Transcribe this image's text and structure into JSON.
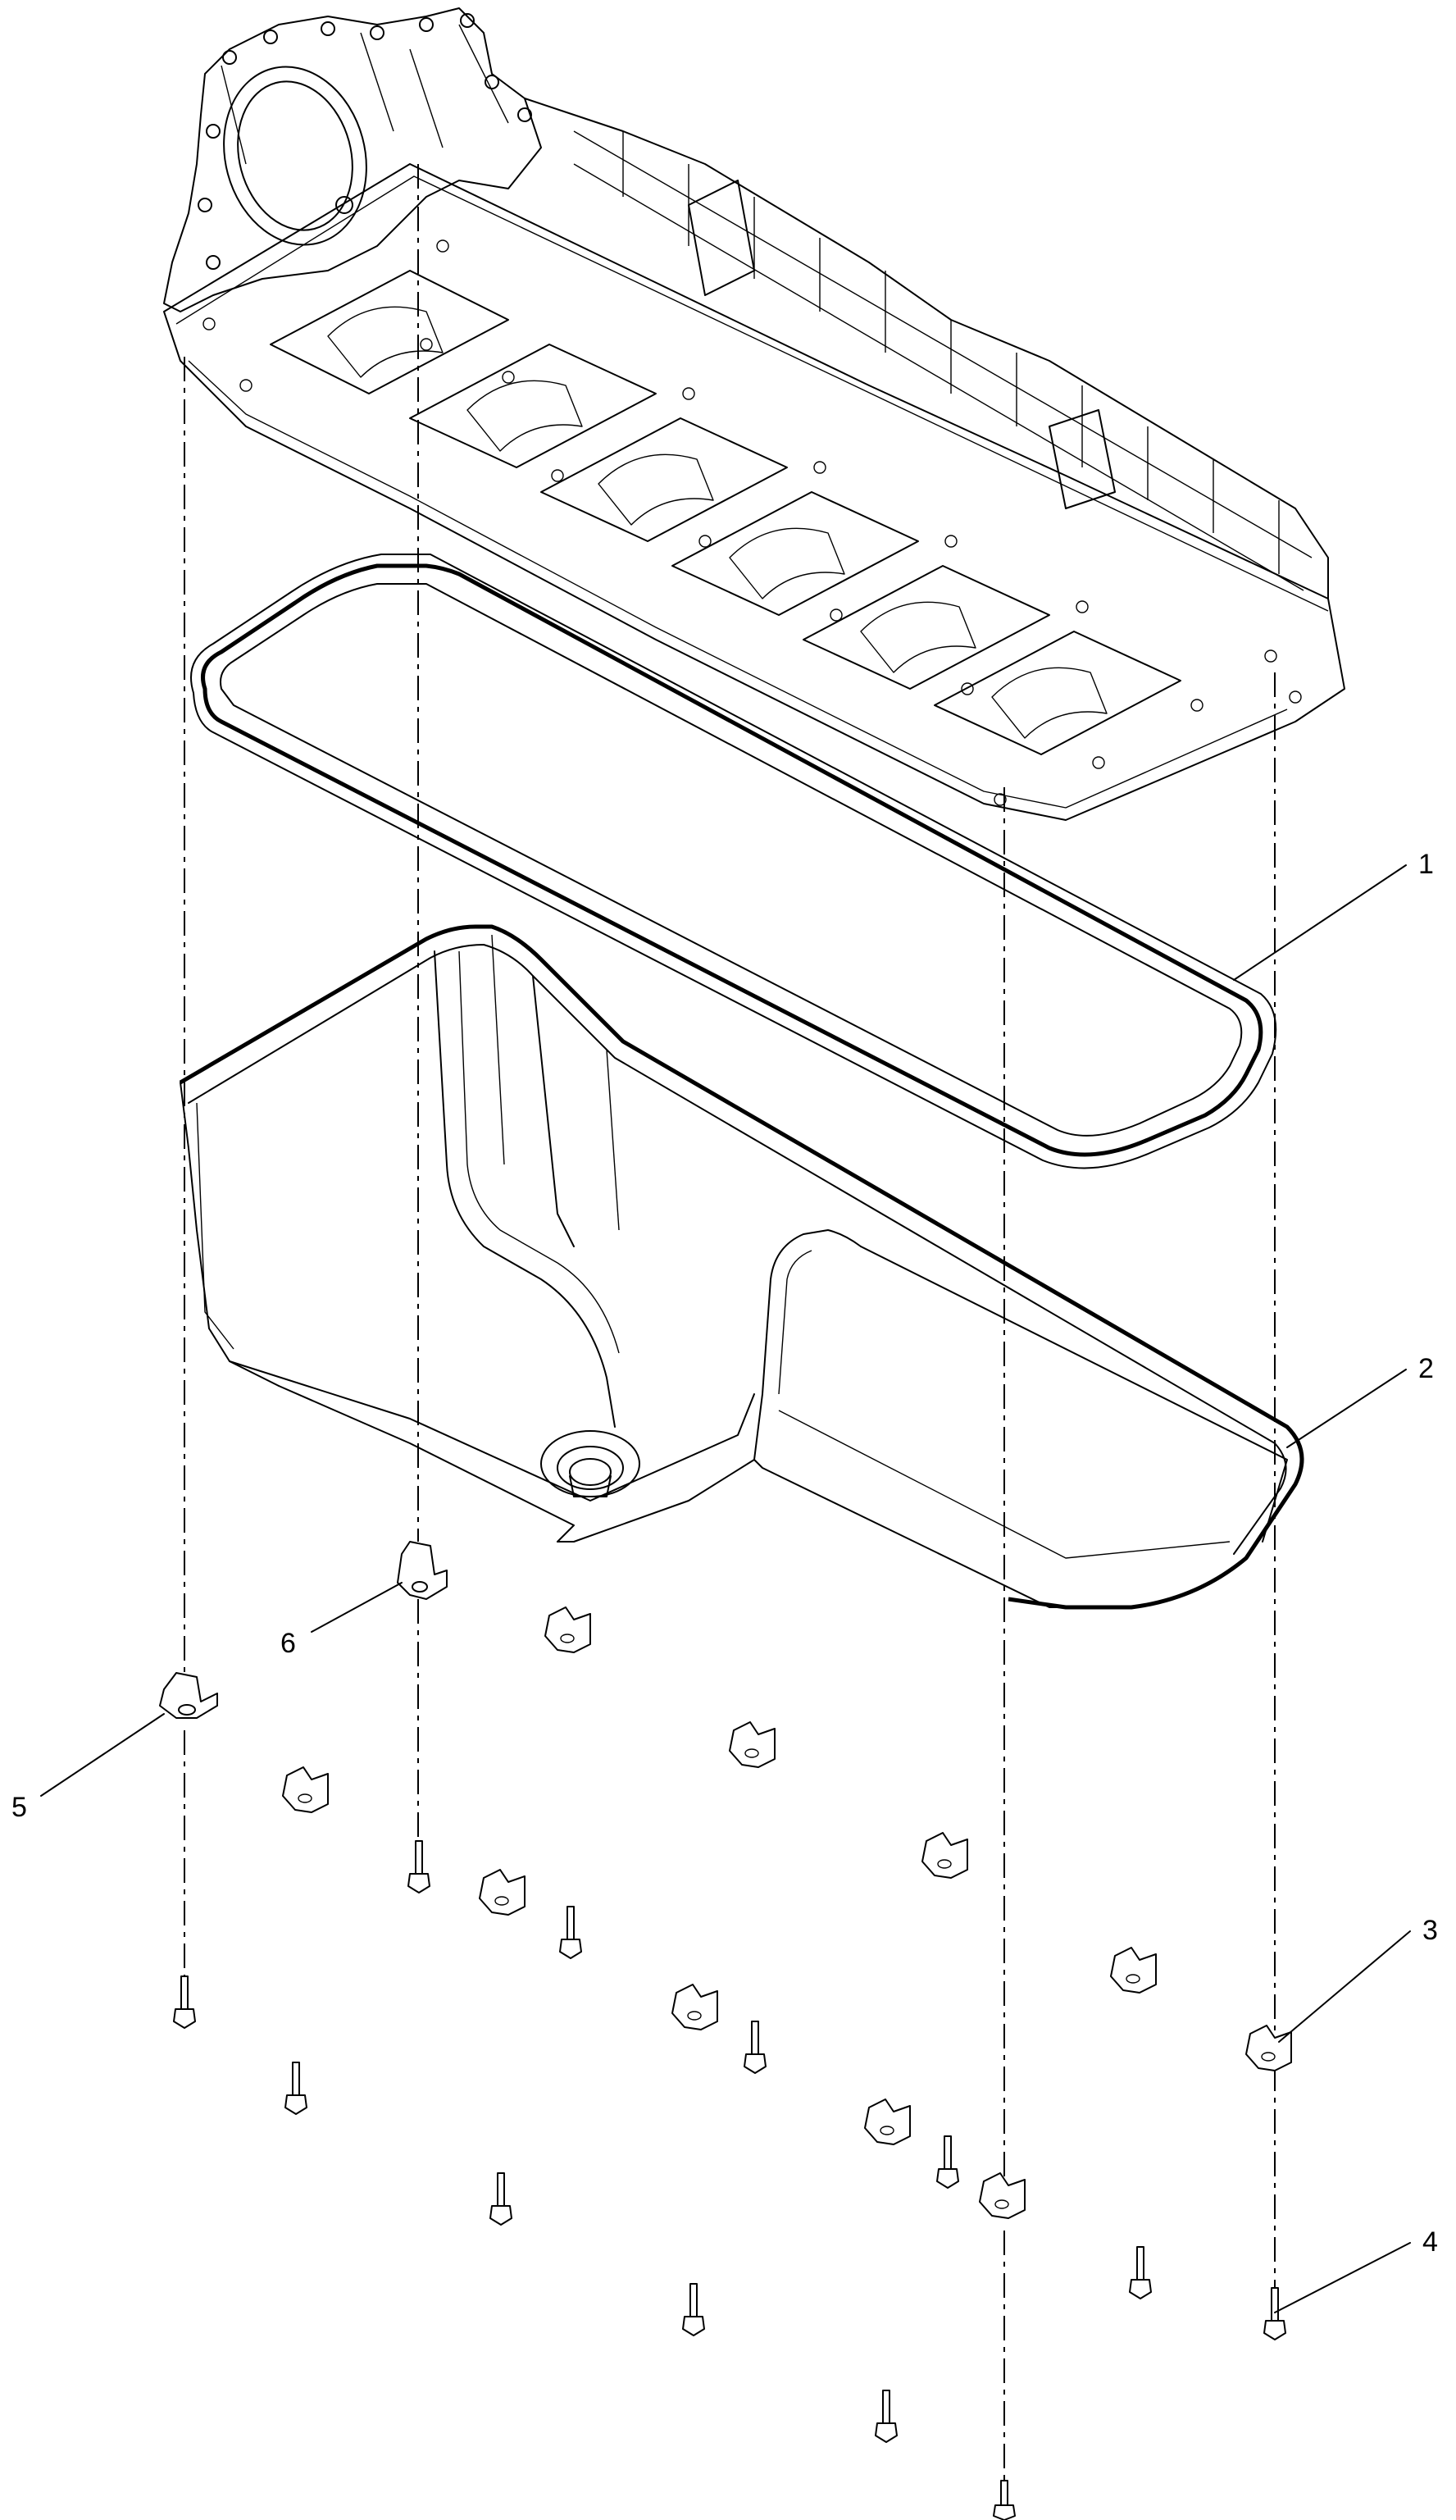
{
  "diagram": {
    "callouts": [
      {
        "id": "1",
        "label": "1"
      },
      {
        "id": "2",
        "label": "2"
      },
      {
        "id": "3",
        "label": "3"
      },
      {
        "id": "4",
        "label": "4"
      },
      {
        "id": "5",
        "label": "5"
      },
      {
        "id": "6",
        "label": "6"
      }
    ],
    "parts": {
      "engine_block": "engine-block-lower-section",
      "gasket": "oil-pan-gasket",
      "oil_pan": "oil-pan",
      "spacer": "spacer-bracket",
      "bolt": "mounting-bolt",
      "end_bracket": "end-bracket",
      "center_bracket": "center-bracket"
    },
    "colors": {
      "line": "#000000",
      "background": "#ffffff"
    }
  }
}
